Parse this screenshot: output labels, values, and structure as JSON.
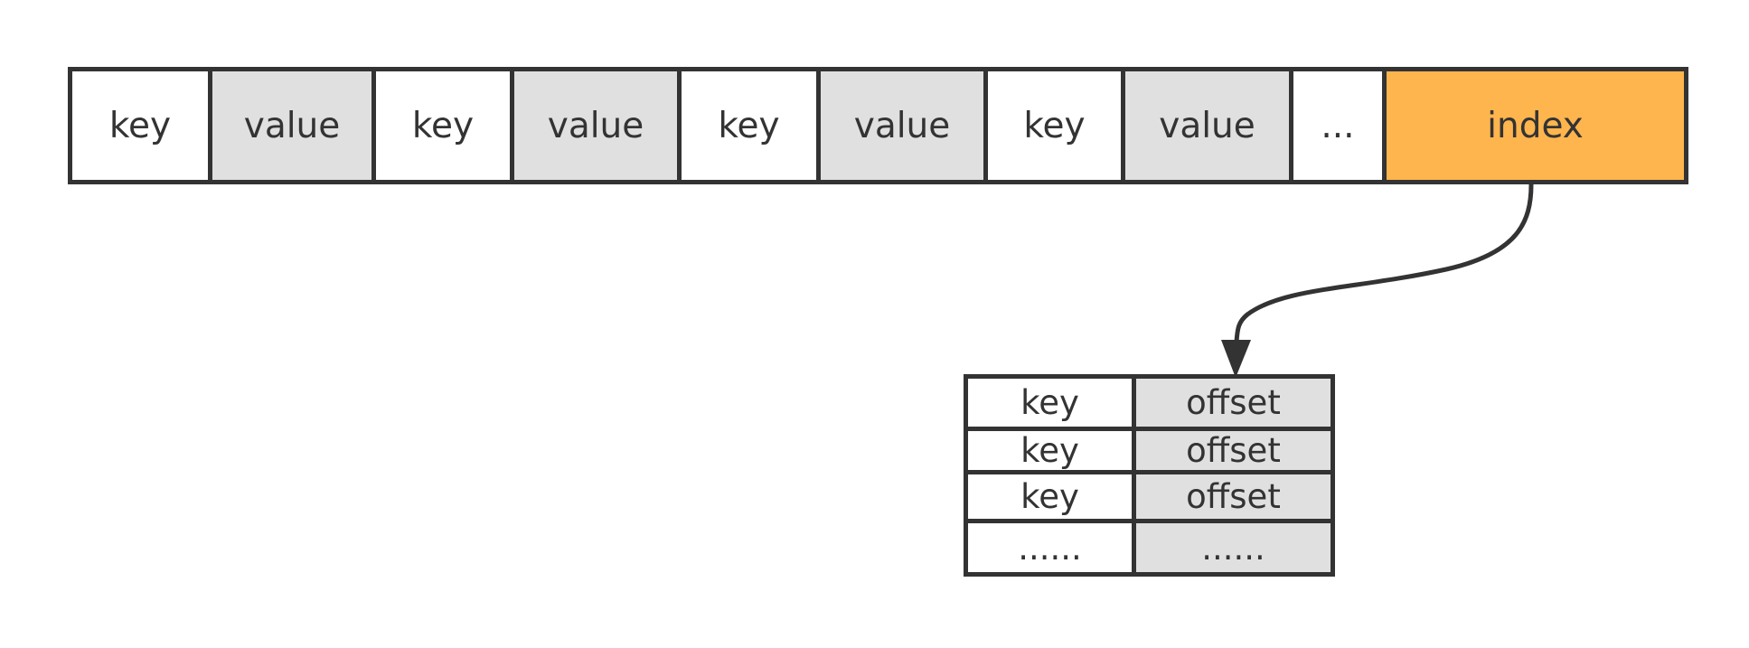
{
  "top_row": {
    "cells": [
      {
        "text": "key",
        "kind": "key"
      },
      {
        "text": "value",
        "kind": "value"
      },
      {
        "text": "key",
        "kind": "key"
      },
      {
        "text": "value",
        "kind": "value"
      },
      {
        "text": "key",
        "kind": "key"
      },
      {
        "text": "value",
        "kind": "value"
      },
      {
        "text": "key",
        "kind": "key"
      },
      {
        "text": "value",
        "kind": "value"
      },
      {
        "text": "...",
        "kind": "ellipsis"
      },
      {
        "text": "index",
        "kind": "index"
      }
    ]
  },
  "index_table": {
    "rows": [
      {
        "key": "key",
        "offset": "offset"
      },
      {
        "key": "key",
        "offset": "offset"
      },
      {
        "key": "key",
        "offset": "offset"
      },
      {
        "key": "......",
        "offset": "......"
      }
    ]
  },
  "colors": {
    "border": "#333333",
    "key_fill": "#ffffff",
    "value_fill": "#e0e0e0",
    "index_fill": "#ffb54d",
    "arrow": "#333333"
  }
}
